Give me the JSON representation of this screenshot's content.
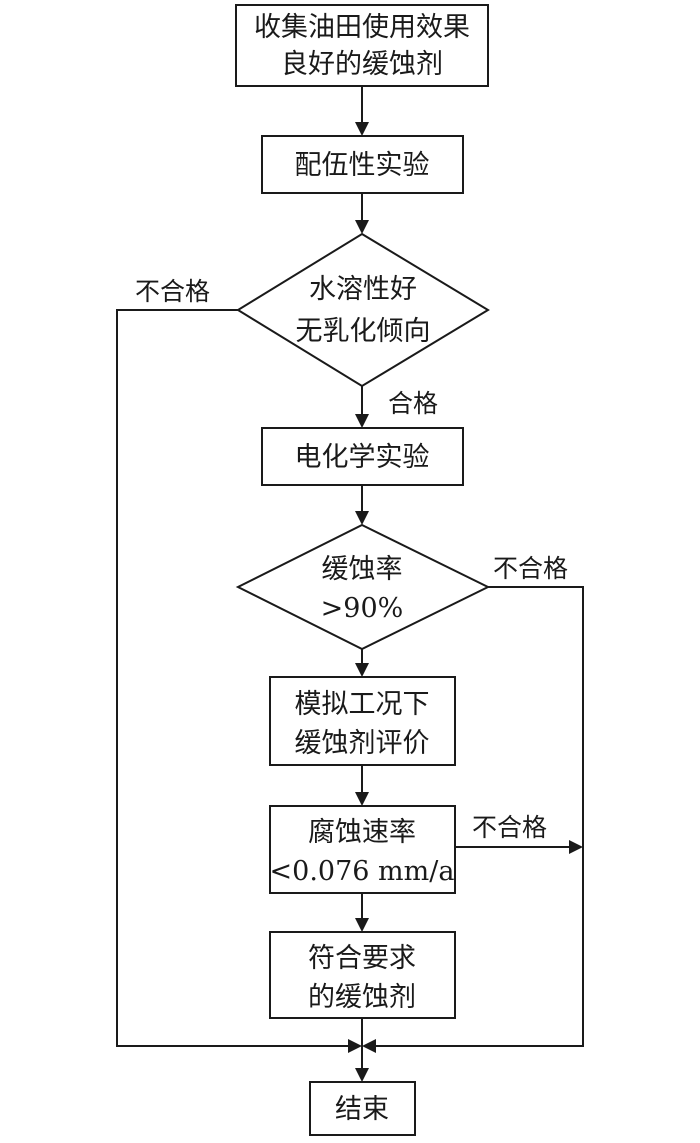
{
  "nodes": {
    "collect": {
      "line1": "收集油田使用效果",
      "line2": "良好的缓蚀剂"
    },
    "compat": {
      "text": "配伍性实验"
    },
    "solubility": {
      "line1": "水溶性好",
      "line2": "无乳化倾向"
    },
    "electrochem": {
      "text": "电化学实验"
    },
    "inhibition": {
      "line1": "缓蚀率",
      "line2": ">90%"
    },
    "simulate": {
      "line1": "模拟工况下",
      "line2": "缓蚀剂评价"
    },
    "corrosion": {
      "line1": "腐蚀速率",
      "line2": "<0.076 mm/a"
    },
    "qualified": {
      "line1": "符合要求",
      "line2": "的缓蚀剂"
    },
    "end": {
      "text": "结束"
    }
  },
  "edges": {
    "pass": "合格",
    "fail_left": "不合格",
    "fail_right": "不合格",
    "fail_corrosion": "不合格"
  },
  "colors": {
    "stroke": "#1a1a1a",
    "background": "#ffffff"
  }
}
